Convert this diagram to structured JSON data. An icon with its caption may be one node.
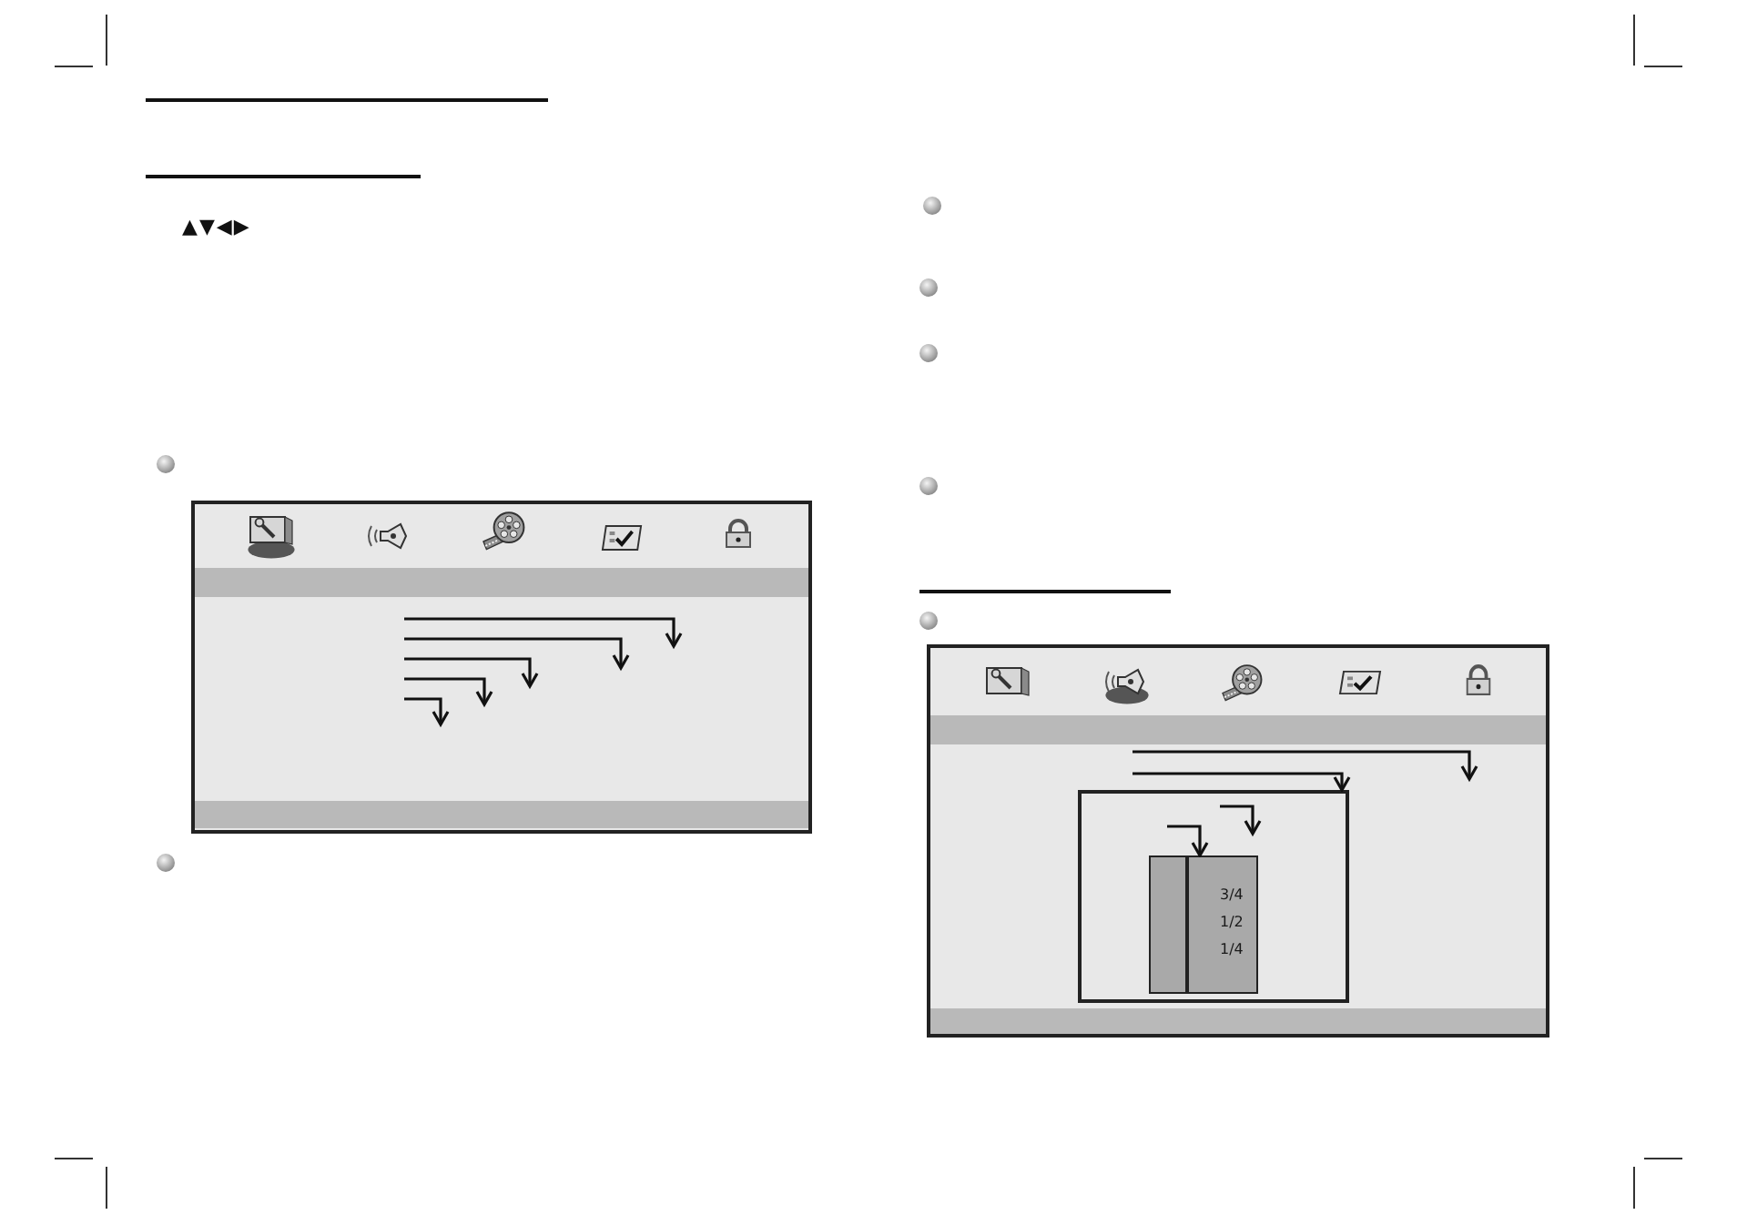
{
  "diagram": {
    "nodes": [
      {
        "text": [],
        "shape": "box"
      },
      {
        "text": [],
        "shape": "box"
      },
      {
        "text": [],
        "shape": "box",
        "in": 1
      },
      {
        "text": [
          "3/4",
          "1/2",
          "1/4"
        ],
        "in": 2
      }
    ],
    "edges": [
      {
        "from": null,
        "to": 2,
        "arrow": "to"
      },
      {
        "from": null,
        "to": 3,
        "arrow": "to"
      }
    ],
    "labels": [
      "▲▼◀▶"
    ]
  }
}
